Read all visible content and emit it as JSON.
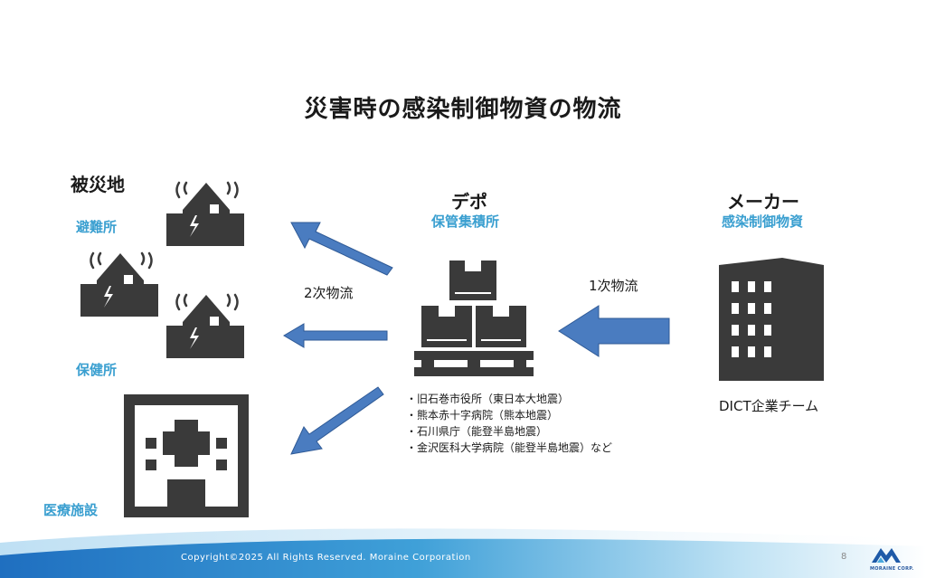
{
  "title": "災害時の感染制御物資の物流",
  "disaster_area": {
    "heading": "被災地",
    "shelter_label": "避難所",
    "health_center_label": "保健所",
    "medical_label": "医療施設"
  },
  "depot": {
    "heading": "デポ",
    "subheading": "保管集積所",
    "examples": [
      "・旧石巻市役所（東日本大地震）",
      "・熊本赤十字病院（熊本地震）",
      "・石川県庁（能登半島地震）",
      "・金沢医科大学病院（能登半島地震）など"
    ]
  },
  "maker": {
    "heading": "メーカー",
    "subheading": "感染制御物資",
    "team": "DICT企業チーム"
  },
  "flows": {
    "primary": "1次物流",
    "secondary": "2次物流"
  },
  "footer": {
    "copyright": "Copyright©2025 All Rights Reserved. Moraine Corporation",
    "page_number": "8",
    "logo_text": "MORAINE CORP."
  },
  "colors": {
    "arrow": "#4a7cc0",
    "icon": "#3a3a3a",
    "accent": "#3a9fd0"
  }
}
